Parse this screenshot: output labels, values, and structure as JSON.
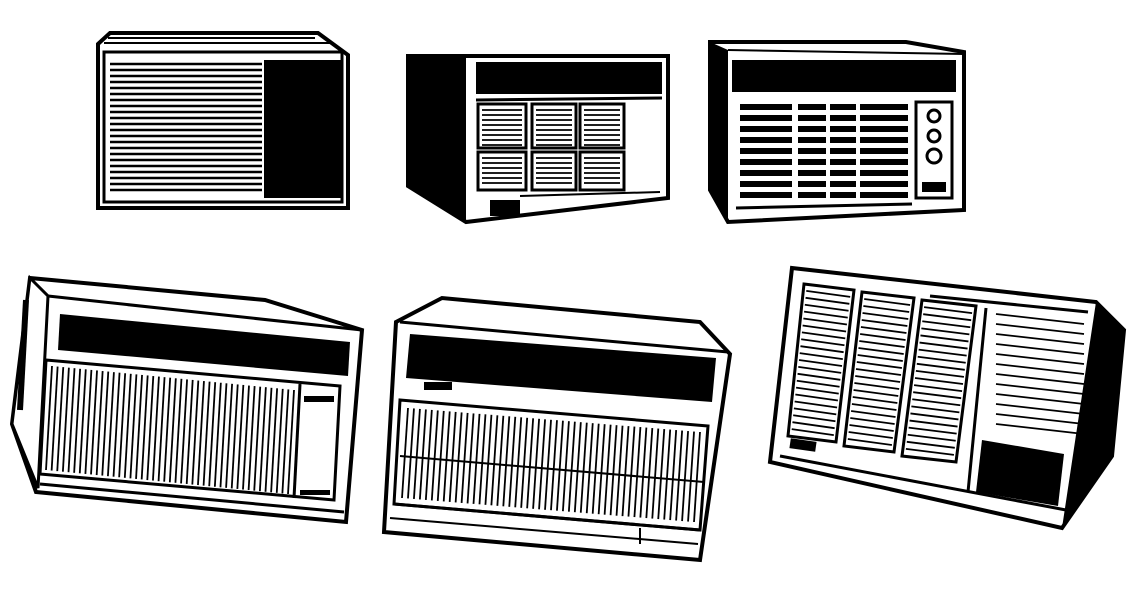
{
  "canvas": {
    "background": "#ffffff"
  },
  "colors": {
    "ink": "#000000",
    "paper": "#ffffff"
  },
  "units": [
    {
      "name": "unit-1",
      "style": "flat-louvers-right-panel"
    },
    {
      "name": "unit-2",
      "style": "angled-grille-six-pane"
    },
    {
      "name": "unit-3",
      "style": "louvers-with-knobs"
    },
    {
      "name": "unit-4",
      "style": "wide-vertical-fins"
    },
    {
      "name": "unit-5",
      "style": "wide-fins-bottom-bar"
    },
    {
      "name": "unit-6",
      "style": "tilted-three-grille"
    }
  ]
}
